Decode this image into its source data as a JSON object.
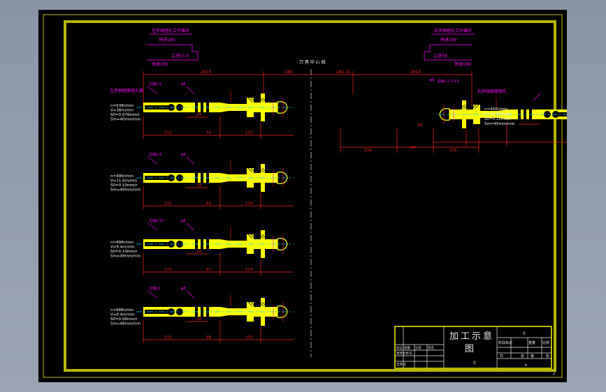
{
  "drawing": {
    "center_label": "刀 具 中 心 线",
    "corner_mark": "2",
    "top_left": {
      "title": "左步轴镗孔工作循环",
      "fast_label": "快进180",
      "work_label": "工进15.0",
      "fast_back_label": "快退195"
    },
    "top_right": {
      "title": "右步轴镗孔工作循环",
      "fast_label": "快进180",
      "work_label": "工进38",
      "fast_back_label": "快退168"
    },
    "left_units": [
      {
        "title": "左步轴镗面镗孔面",
        "params": [
          "n=538r/min",
          "V=38m/min",
          "S0=0.076mm/r",
          "Sm=40mm/min"
        ],
        "tool_label": "主轴1.5",
        "spec_label": "φ8",
        "dims_bottom": [
          "115",
          "72",
          "111"
        ],
        "dim_small": "24",
        "dim_top": "2615",
        "dim_mid": "180"
      },
      {
        "title": "主轴2.4",
        "params": [
          "n=490r/min",
          "V=11.6m/min",
          "S0=0.10mm/r",
          "Sm=49mm/min"
        ],
        "tool_label": "主轴2.4",
        "spec_label": "φ8",
        "dims_bottom": [
          "115",
          "64",
          "119"
        ],
        "dim_small": "24"
      },
      {
        "title": "主轴6.10",
        "params": [
          "n=498r/min",
          "V=9.4m/min",
          "S0=0.10mm/r",
          "Sm=49mm/min"
        ],
        "tool_label": "主轴6.10",
        "spec_label": "φ8",
        "dims_bottom": [
          "115",
          "67",
          "114"
        ],
        "dim_small": "24"
      },
      {
        "title": "主轴12",
        "params": [
          "n=688r/min",
          "V=9.4m/min",
          "S0=0.08mm/r",
          "Sm=48mm/min"
        ],
        "tool_label": "主轴12",
        "spec_label": "φ8",
        "dims_bottom": [
          "115",
          "68",
          "120"
        ],
        "dim_small": "24"
      }
    ],
    "right_unit": {
      "title": "右步轴镗面镗孔",
      "params": [
        "n=450r/min",
        "V=32.3m/min",
        "S0=0.10mm/r",
        "Sm=45mm/min"
      ],
      "tool_label": "主轴1.2.3.4.5",
      "spec_label": "φ8",
      "dims_bottom": [
        "134",
        "64",
        "115"
      ],
      "dim_small": "24",
      "dim_top_a": "182.15",
      "dim_top_b": "2615"
    },
    "title_block": {
      "title": "加工示意",
      "subtitle": "图",
      "small_marks": [
        "0",
        "0",
        "b"
      ],
      "row_labels": [
        "标记",
        "处数",
        "分区",
        "更改文件号",
        "签名",
        "年月日"
      ],
      "col_labels": [
        "阶段标记",
        "重量",
        "比例"
      ],
      "footer_labels": [
        "共",
        "张",
        "第",
        "张"
      ]
    },
    "colors": {
      "background": "#000000",
      "frame": "#b5b500",
      "part": "#ffff00",
      "dimension": "#ff2020",
      "annotation": "#ff00ff",
      "centerline": "#00d8ff",
      "titleblock_text": "#ffffff"
    }
  }
}
